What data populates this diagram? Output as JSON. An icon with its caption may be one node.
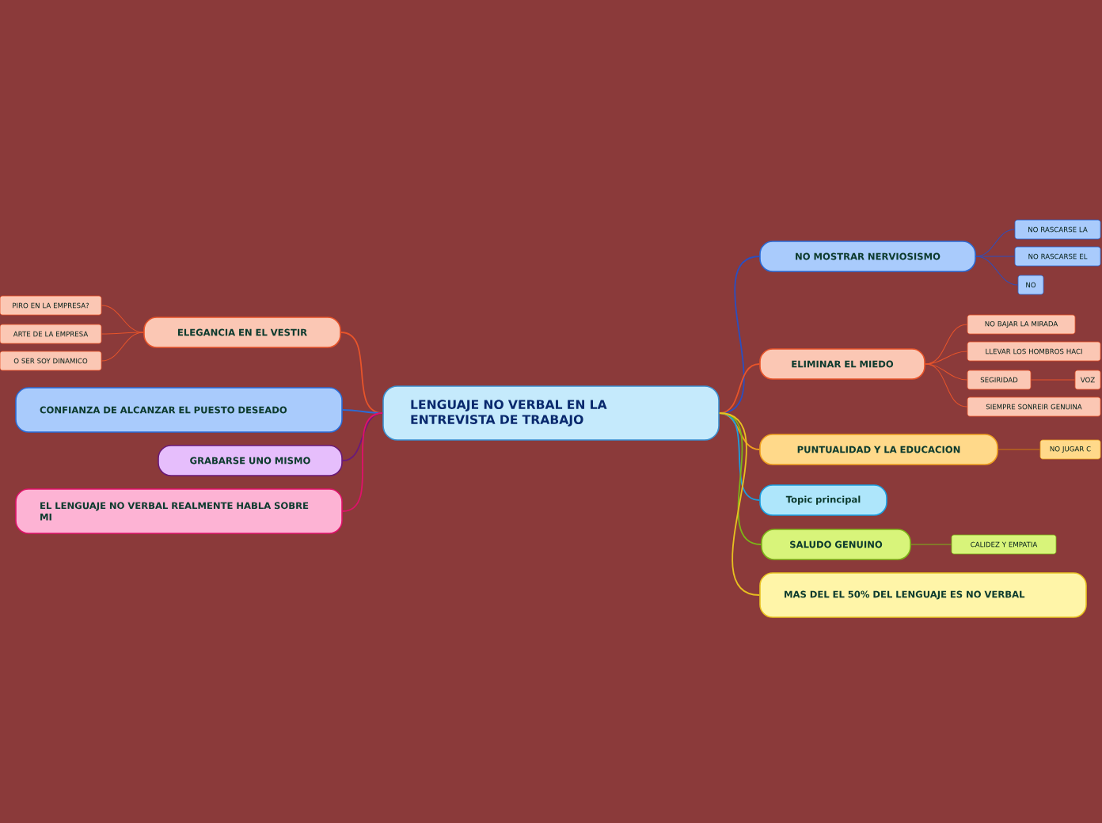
{
  "diagram": {
    "nodes": [
      {
        "text": [
          "LENGUAJE NO VERBAL EN LA ENTREVISTA DE TRABAJO"
        ]
      },
      {
        "text": [
          "ELEGANCIA EN EL VESTIR"
        ]
      },
      {
        "text": [
          "PIRO EN LA EMPRESA?"
        ]
      },
      {
        "text": [
          "ARTE DE LA EMPRESA"
        ]
      },
      {
        "text": [
          "O SER SOY DINAMICO"
        ]
      },
      {
        "text": [
          "CONFIANZA DE ALCANZAR EL PUESTO DESEADO"
        ]
      },
      {
        "text": [
          "GRABARSE UNO MISMO"
        ]
      },
      {
        "text": [
          "EL LENGUAJE NO VERBAL REALMENTE HABLA SOBRE MI"
        ]
      },
      {
        "text": [
          "NO MOSTRAR NERVIOSISMO"
        ]
      },
      {
        "text": [
          "NO RASCARSE  LA"
        ]
      },
      {
        "text": [
          "NO RASCARSE EL"
        ]
      },
      {
        "text": [
          "NO"
        ]
      },
      {
        "text": [
          "ELIMINAR EL MIEDO"
        ]
      },
      {
        "text": [
          "NO BAJAR LA MIRADA"
        ]
      },
      {
        "text": [
          "LLEVAR LOS HOMBROS HACI"
        ]
      },
      {
        "text": [
          "SEGIRIDAD"
        ]
      },
      {
        "text": [
          "VOZ"
        ]
      },
      {
        "text": [
          "SIEMPRE SONREIR GENUINA"
        ]
      },
      {
        "text": [
          "PUNTUALIDAD Y LA EDUCACION"
        ]
      },
      {
        "text": [
          "NO JUGAR C"
        ]
      },
      {
        "text": [
          "Topic principal"
        ]
      },
      {
        "text": [
          "SALUDO GENUINO"
        ]
      },
      {
        "text": [
          "CALIDEZ  Y EMPATIA"
        ]
      },
      {
        "text": [
          "MAS DEL EL 50% DEL LENGUAJE ES NO VERBAL"
        ]
      }
    ],
    "edges": [
      {
        "from": 0,
        "to": 1,
        "arrow": "none",
        "color": "#e8542a"
      },
      {
        "from": 1,
        "to": 2,
        "arrow": "none",
        "color": "#e8542a"
      },
      {
        "from": 1,
        "to": 3,
        "arrow": "none",
        "color": "#e8542a"
      },
      {
        "from": 1,
        "to": 4,
        "arrow": "none",
        "color": "#e8542a"
      },
      {
        "from": 0,
        "to": 5,
        "arrow": "none",
        "color": "#2a6bd6"
      },
      {
        "from": 0,
        "to": 6,
        "arrow": "none",
        "color": "#6a1a7a"
      },
      {
        "from": 0,
        "to": 7,
        "arrow": "none",
        "color": "#e0126a"
      },
      {
        "from": 0,
        "to": 8,
        "arrow": "none",
        "color": "#2a4fc0"
      },
      {
        "from": 8,
        "to": 9,
        "arrow": "none",
        "color": "#2a4fc0"
      },
      {
        "from": 8,
        "to": 10,
        "arrow": "none",
        "color": "#2a4fc0"
      },
      {
        "from": 8,
        "to": 11,
        "arrow": "none",
        "color": "#2a4fc0"
      },
      {
        "from": 0,
        "to": 12,
        "arrow": "none",
        "color": "#e8542a"
      },
      {
        "from": 12,
        "to": 13,
        "arrow": "none",
        "color": "#e8542a"
      },
      {
        "from": 12,
        "to": 14,
        "arrow": "none",
        "color": "#e8542a"
      },
      {
        "from": 12,
        "to": 15,
        "arrow": "none",
        "color": "#e8542a"
      },
      {
        "from": 15,
        "to": 16,
        "arrow": "none",
        "color": "#e8542a"
      },
      {
        "from": 12,
        "to": 17,
        "arrow": "none",
        "color": "#e8542a"
      },
      {
        "from": 0,
        "to": 18,
        "arrow": "none",
        "color": "#f0a020"
      },
      {
        "from": 18,
        "to": 19,
        "arrow": "none",
        "color": "#d07a10"
      },
      {
        "from": 0,
        "to": 20,
        "arrow": "none",
        "color": "#1a9ee0"
      },
      {
        "from": 0,
        "to": 21,
        "arrow": "none",
        "color": "#7cb518"
      },
      {
        "from": 21,
        "to": 22,
        "arrow": "none",
        "color": "#7cb518"
      },
      {
        "from": 0,
        "to": 23,
        "arrow": "none",
        "color": "#e8c020"
      }
    ]
  }
}
